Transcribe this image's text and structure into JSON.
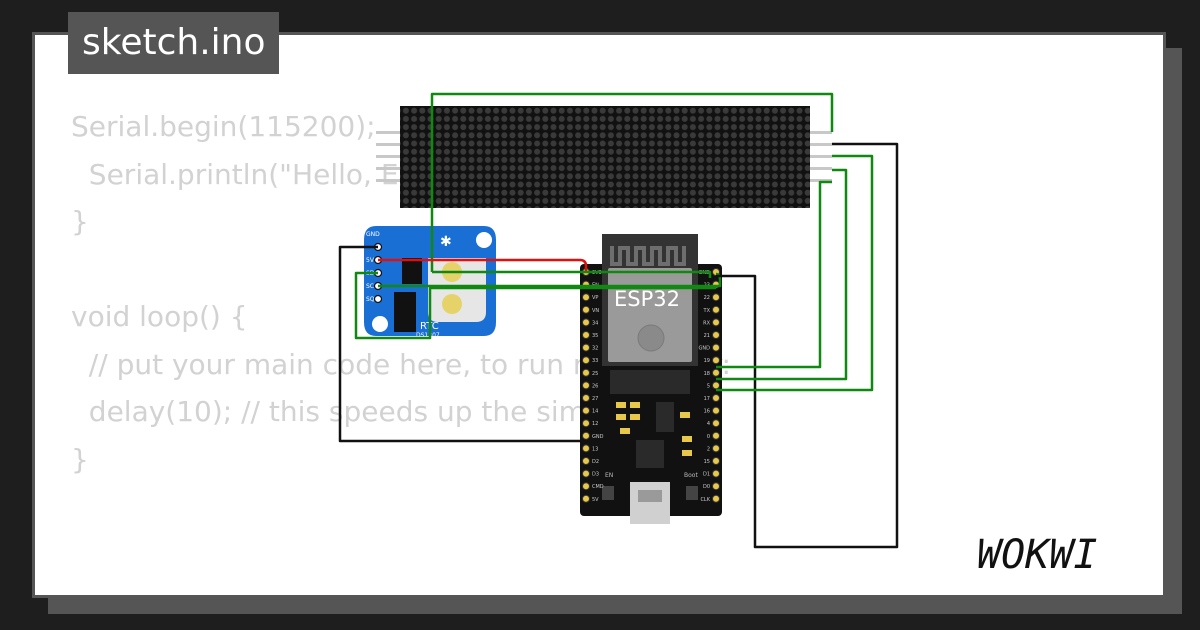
{
  "header": {
    "filename": "sketch.ino"
  },
  "code_lines": [
    "Serial.begin(115200);",
    "  Serial.println(\"Hello, ESP32!\");",
    "}",
    "",
    "void loop() {",
    "  // put your main code here, to run repeatedly:",
    "  delay(10); // this speeds up the simulation",
    "}"
  ],
  "esp32": {
    "label": "ESP32",
    "pins_left": [
      "3V3",
      "EN",
      "VP",
      "VN",
      "34",
      "35",
      "32",
      "33",
      "25",
      "26",
      "27",
      "14",
      "12",
      "GND",
      "13",
      "D2",
      "D3",
      "CMD",
      "5V"
    ],
    "pins_right": [
      "GND",
      "23",
      "22",
      "TX",
      "RX",
      "21",
      "GND",
      "19",
      "18",
      "5",
      "17",
      "16",
      "4",
      "0",
      "2",
      "15",
      "D1",
      "D0",
      "CLK"
    ],
    "buttons": [
      "EN",
      "Boot"
    ]
  },
  "rtc": {
    "label": "RTC",
    "chip": "DS1307",
    "pins": [
      "GND",
      "5V",
      "SDA",
      "SCL",
      "SQW"
    ]
  },
  "colors": {
    "wire_green": "#118811",
    "wire_red": "#e01010",
    "wire_black": "#111111",
    "board_blue": "#1a6fd4",
    "pcb_black": "#111111",
    "code_text": "#d2d2d2",
    "tab_bg": "#555555"
  },
  "brand": {
    "logo": "WOKWI"
  }
}
